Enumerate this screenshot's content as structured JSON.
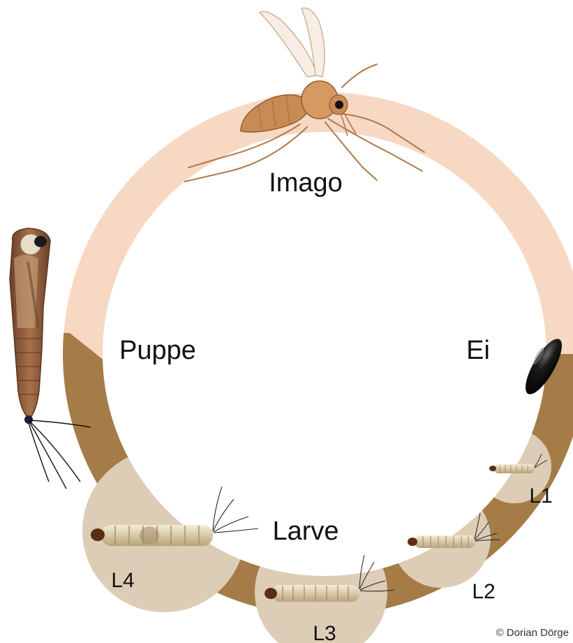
{
  "diagram": {
    "stages": {
      "adult": "Imago",
      "pupa": "Puppe",
      "egg": "Ei",
      "larva": "Larve"
    },
    "instars": [
      "L1",
      "L2",
      "L3",
      "L4"
    ],
    "credit": "© Dorian Dörge"
  },
  "colors": {
    "ring_adult": "#f6d8c3",
    "ring_juvenile": "#a57b47",
    "instar_disc": "#ddcdb7",
    "egg": "#1a1a1a",
    "larva_body": "#e7dcc2",
    "larva_head": "#5a2e14",
    "pupa_body": "#8b5a3a",
    "mosquito_body": "#c98b55"
  }
}
